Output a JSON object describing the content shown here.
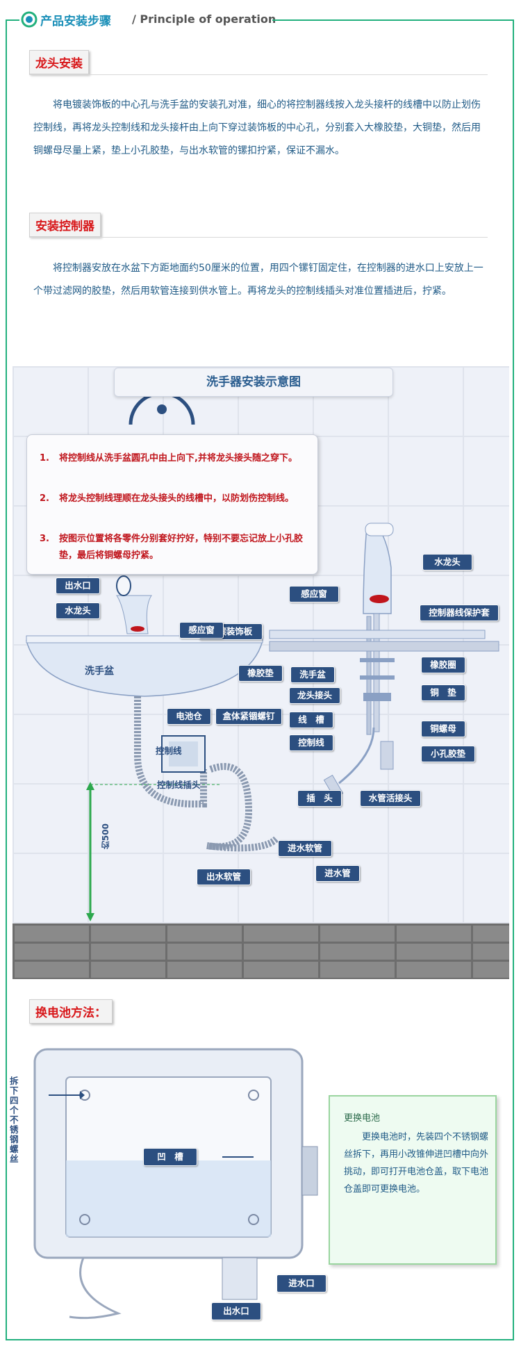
{
  "header": {
    "title": "产品安装步骤",
    "separator": "/",
    "subtitle": "Principle of operation"
  },
  "sections": {
    "faucet": {
      "label": "龙头安装",
      "text": "将电镀装饰板的中心孔与洗手盆的安装孔对准，细心的将控制器线按入龙头接杆的线槽中以防止划伤控制线，再将龙头控制线和龙头接杆由上向下穿过装饰板的中心孔，分别套入大橡胶垫，大铜垫，然后用铜螺母尽量上紧，垫上小孔胶垫，与出水软管的镙扣拧紧，保证不漏水。"
    },
    "controller": {
      "label": "安装控制器",
      "text": "将控制器安放在水盆下方距地面约50厘米的位置，用四个镙钉固定住，在控制器的进水口上安放上一个带过滤网的胶垫，然后用软管连接到供水管上。再将龙头的控制线插头对准位置插进后，拧紧。"
    },
    "battery": {
      "label": "换电池方法："
    }
  },
  "diagram": {
    "title": "洗手器安装示意图",
    "notes": [
      {
        "num": "1.",
        "text": "将控制线从洗手盆圆孔中由上向下,并将龙头接头随之穿下。"
      },
      {
        "num": "2.",
        "text": "将龙头控制线理顺在龙头接头的线槽中，以防划伤控制线。"
      },
      {
        "num": "3.",
        "text": "按图示位置将各零件分别套好拧好，特别不要忘记放上小孔胶垫，最后将铜螺母拧紧。"
      }
    ],
    "callouts": {
      "faucet_right": "水龙头",
      "sensor_right": "感应窗",
      "cable_sleeve": "控制器线保护套",
      "plate": "电镀装饰板",
      "rubber_ring": "橡胶圈",
      "rubber_pad": "橡胶垫",
      "basin_right": "洗手盆",
      "copper_pad": "铜　垫",
      "faucet_joint": "龙头接头",
      "groove": "线　槽",
      "copper_nut": "铜螺母",
      "control_wire_right": "控制线",
      "small_pad": "小孔胶垫",
      "plug": "插　头",
      "pipe_joint": "水管活接头",
      "outlet_left": "出水口",
      "faucet_left": "水龙头",
      "sensor_left": "感应窗",
      "battery_box": "电池仓",
      "box_screw": "盒体紧锢螺钉",
      "inlet_hose": "进水软管",
      "inlet_pipe": "进水管",
      "outlet_hose": "出水软管"
    },
    "plain_labels": {
      "basin": "洗手盆",
      "control_wire": "控制线",
      "wire_plug": "控制线插头",
      "height": "约500"
    }
  },
  "battery": {
    "side_note": "拆下四个不锈钢螺丝",
    "groove": "凹　槽",
    "inlet": "进水口",
    "outlet": "出水口",
    "info_title": "更换电池",
    "info_text": "更换电池时，先装四个不锈钢螺丝拆下，再用小改锥伸进凹槽中向外挑动，即可打开电池仓盖，取下电池仓盖即可更换电池。"
  },
  "colors": {
    "accent": "#22b07d",
    "title_blue": "#1a8fb8",
    "label_red": "#d8171a",
    "text_blue": "#1f5a86",
    "callout_bg": "#2c4f80"
  }
}
